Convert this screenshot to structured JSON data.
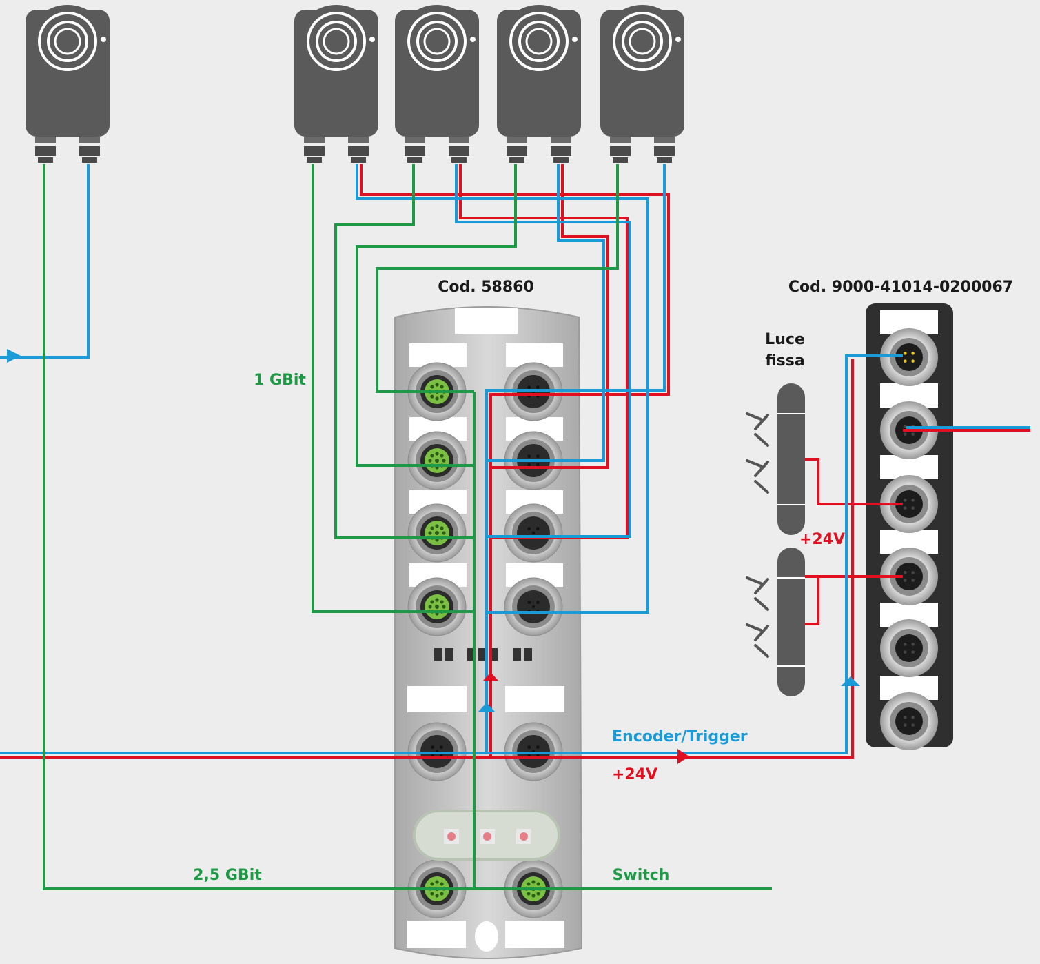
{
  "labels": {
    "switch_code": "Cod. 58860",
    "io_module_code": "Cod. 9000-41014-0200067",
    "light_label_line1": "Luce",
    "light_label_line2": "fissa",
    "gbit_1": "1 GBit",
    "gbit_25": "2,5 GBit",
    "switch": "Switch",
    "encoder_trigger": "Encoder/Trigger",
    "v24_bottom": "+24V",
    "v24_light": "+24V"
  },
  "colors": {
    "ethernet": "#1e9a46",
    "signal": "#1a9ad6",
    "power": "#e01020",
    "housing": "#5a5a5a",
    "switch_body": "#c4c4c4",
    "io_body": "#2f2f2f",
    "background": "#ededed"
  },
  "components": {
    "cameras": [
      "camera",
      "camera",
      "camera",
      "camera",
      "camera"
    ],
    "lights": [
      "light-bar",
      "light-bar"
    ]
  }
}
